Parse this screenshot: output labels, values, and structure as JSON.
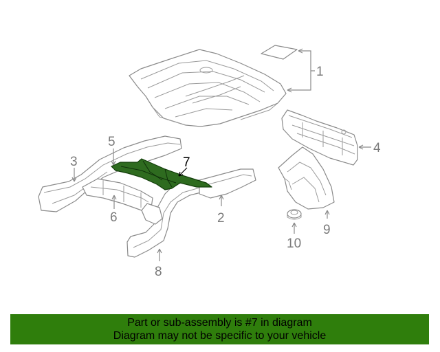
{
  "callouts": {
    "c1": "1",
    "c2": "2",
    "c3": "3",
    "c4": "4",
    "c5": "5",
    "c6": "6",
    "c7": "7",
    "c8": "8",
    "c9": "9",
    "c10": "10"
  },
  "highlight_part": "7",
  "colors": {
    "highlight_fill": "#2e6b1f",
    "banner_bg": "#2f7e0c",
    "line": "#8a8a8a"
  },
  "banner": {
    "line1": "Part or sub-assembly is #7 in diagram",
    "line2": "Diagram may not be specific to your vehicle"
  }
}
